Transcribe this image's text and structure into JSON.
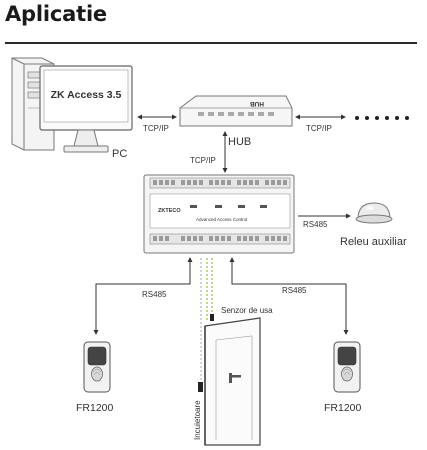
{
  "header": {
    "title": "Aplicatie"
  },
  "pc": {
    "screen_text": "ZK Access 3.5",
    "label": "PC"
  },
  "hub": {
    "device_text": "HUB",
    "label": "HUB"
  },
  "links": {
    "pc_hub": "TCP/IP",
    "hub_right": "TCP/IP",
    "hub_panel": "TCP/IP",
    "panel_relay": "RS485",
    "panel_reader_left": "RS485",
    "panel_reader_right": "RS485"
  },
  "panel": {
    "brand": "ZKTECO",
    "caption": "Advanced Access Control"
  },
  "relay": {
    "label": "Releu auxiliar"
  },
  "door": {
    "sensor_label": "Senzor de usa",
    "lock_label": "Incuietoare"
  },
  "readers": [
    {
      "label": "FR1200"
    },
    {
      "label": "FR1200"
    }
  ],
  "colors": {
    "line": "#333333",
    "device_outline": "#777777",
    "sensor_wire": "#8cbf3f"
  }
}
